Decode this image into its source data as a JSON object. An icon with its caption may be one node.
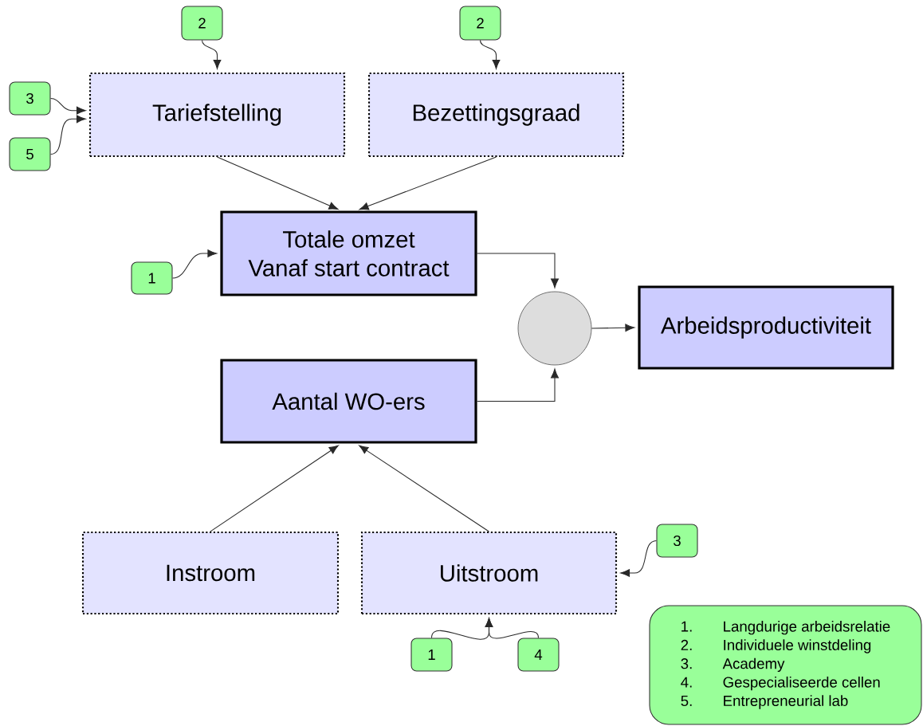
{
  "diagram": {
    "nodes": [
      {
        "text": [
          "Tariefstelling"
        ]
      },
      {
        "text": [
          "Bezettingsgraad"
        ]
      },
      {
        "text": [
          "Totale omzet",
          "Vanaf start contract"
        ]
      },
      {
        "text": [],
        "shape": "circle"
      },
      {
        "text": [
          "Arbeidsproductiviteit"
        ]
      },
      {
        "text": [
          "Aantal WO-ers"
        ]
      },
      {
        "text": [
          "Instroom"
        ]
      },
      {
        "text": [
          "Uitstroom"
        ]
      },
      {
        "text": [
          "2"
        ]
      },
      {
        "text": [
          "2"
        ]
      },
      {
        "text": [
          "3"
        ]
      },
      {
        "text": [
          "5"
        ]
      },
      {
        "text": [
          "1"
        ]
      },
      {
        "text": [
          "3"
        ]
      },
      {
        "text": [
          "1"
        ]
      },
      {
        "text": [
          "4"
        ]
      },
      {
        "text": [
          "1.",
          "Langdurige arbeidsrelatie",
          "2.",
          "Individuele winstdeling",
          "3.",
          "Academy",
          "4.",
          "Gespecialiseerde cellen",
          "5.",
          "Entrepreneurial lab"
        ]
      }
    ],
    "edges": [
      {
        "from": 8,
        "to": 0,
        "arrow": "to"
      },
      {
        "from": 9,
        "to": 1,
        "arrow": "to"
      },
      {
        "from": 10,
        "to": 0,
        "arrow": "to"
      },
      {
        "from": 11,
        "to": 0,
        "arrow": "to"
      },
      {
        "from": 0,
        "to": 2,
        "arrow": "to"
      },
      {
        "from": 1,
        "to": 2,
        "arrow": "to"
      },
      {
        "from": 12,
        "to": 2,
        "arrow": "to"
      },
      {
        "from": 2,
        "to": 3,
        "arrow": "to"
      },
      {
        "from": 5,
        "to": 3,
        "arrow": "to"
      },
      {
        "from": 3,
        "to": 4,
        "arrow": "to"
      },
      {
        "from": 6,
        "to": 5,
        "arrow": "to"
      },
      {
        "from": 7,
        "to": 5,
        "arrow": "to"
      },
      {
        "from": 13,
        "to": 7,
        "arrow": "to"
      },
      {
        "from": 14,
        "to": 7,
        "arrow": "to"
      },
      {
        "from": 15,
        "to": 7,
        "arrow": "to"
      }
    ]
  }
}
